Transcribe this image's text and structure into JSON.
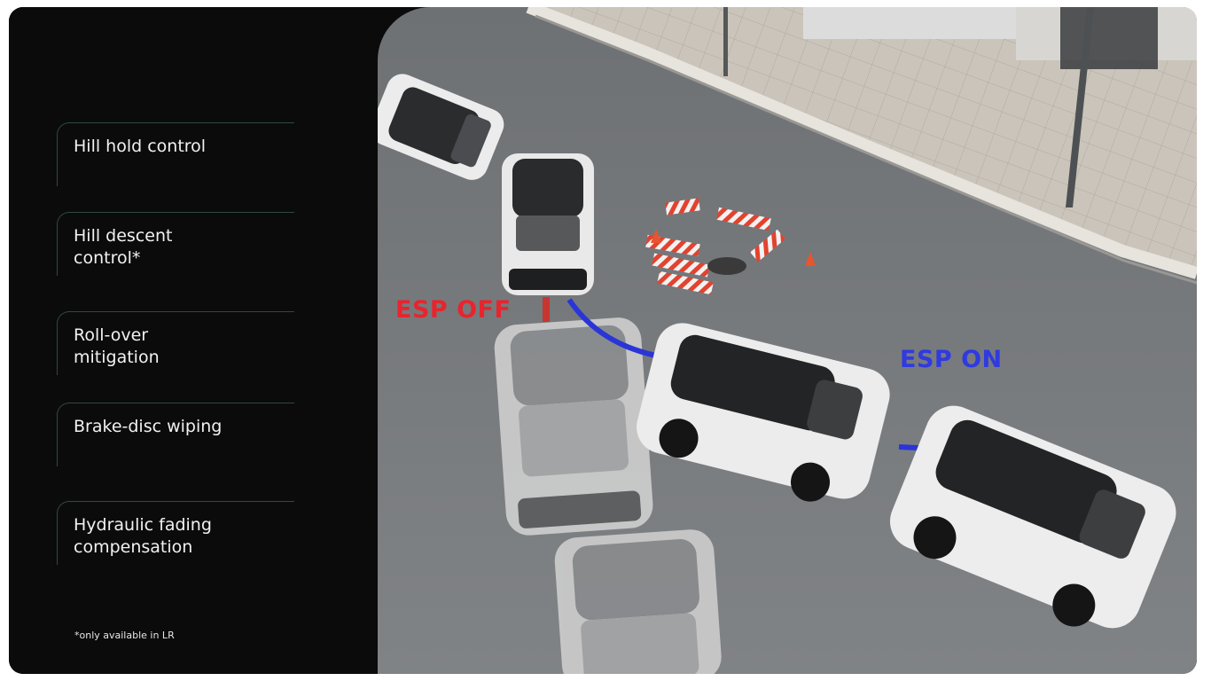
{
  "features": [
    {
      "label": "Hill hold control"
    },
    {
      "label": "Hill descent\ncontrol*"
    },
    {
      "label": "Roll-over\nmitigation"
    },
    {
      "label": "Brake-disc wiping"
    },
    {
      "label": "Hydraulic fading\ncompensation"
    }
  ],
  "footnote": "*only available in LR",
  "scene": {
    "esp_off_label": "ESP OFF",
    "esp_on_label": "ESP ON",
    "colors": {
      "esp_off": "#e8242d",
      "esp_on": "#2f3ae0",
      "path": "#2a35d8",
      "road": "#777a7d",
      "sidewalk": "#c9c2b8"
    }
  }
}
